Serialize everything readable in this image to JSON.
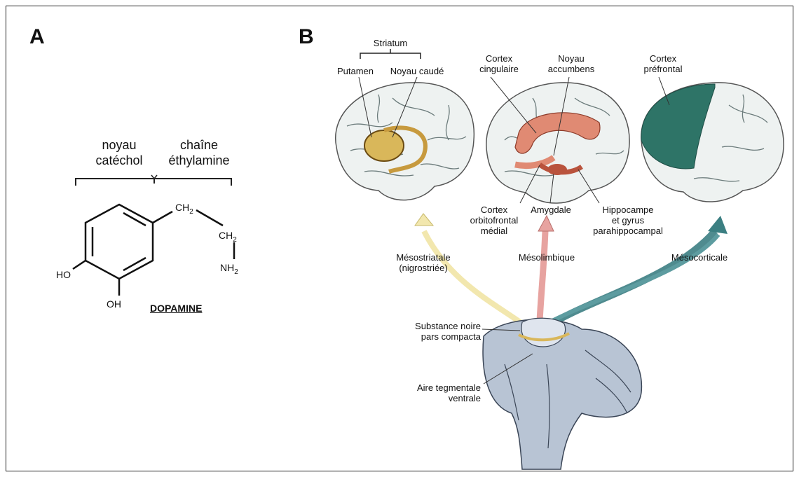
{
  "panel_a": {
    "letter": "A",
    "brace_left": [
      "noyau",
      "catéchol"
    ],
    "brace_right": [
      "chaîne",
      "éthylamine"
    ],
    "ch2_top": "CH",
    "ch2_top_sub": "2",
    "ch2_mid": "CH",
    "ch2_mid_sub": "2",
    "nh2": "NH",
    "nh2_sub": "2",
    "ho": "HO",
    "oh": "OH",
    "molecule_name": "DOPAMINE"
  },
  "panel_b": {
    "letter": "B",
    "striatum": "Striatum",
    "putamen": "Putamen",
    "noyau_caude": "Noyau caudé",
    "cortex_cingulaire": [
      "Cortex",
      "cingulaire"
    ],
    "noyau_accumbens": [
      "Noyau",
      "accumbens"
    ],
    "cortex_prefrontal": [
      "Cortex",
      "préfrontal"
    ],
    "cortex_orbitofrontal": [
      "Cortex",
      "orbitofrontal",
      "médial"
    ],
    "amygdale": "Amygdale",
    "hippocampe": [
      "Hippocampe",
      "et gyrus",
      "parahippocampal"
    ],
    "mesostriatale": [
      "Mésostriatale",
      "(nigrostriée)"
    ],
    "mesolimbique": "Mésolimbique",
    "mesocorticale": "Mésocorticale",
    "substance_noire": [
      "Substance noire",
      "pars compacta"
    ],
    "aire_tegmentale": [
      "Aire tegmentale",
      "ventrale"
    ]
  },
  "colors": {
    "striatal": "#e8d9a0",
    "limbic": "#e8a08f",
    "cortical": "#3b7f82",
    "brain": "#eef2f1",
    "brainstem": "#b8c4d4"
  }
}
